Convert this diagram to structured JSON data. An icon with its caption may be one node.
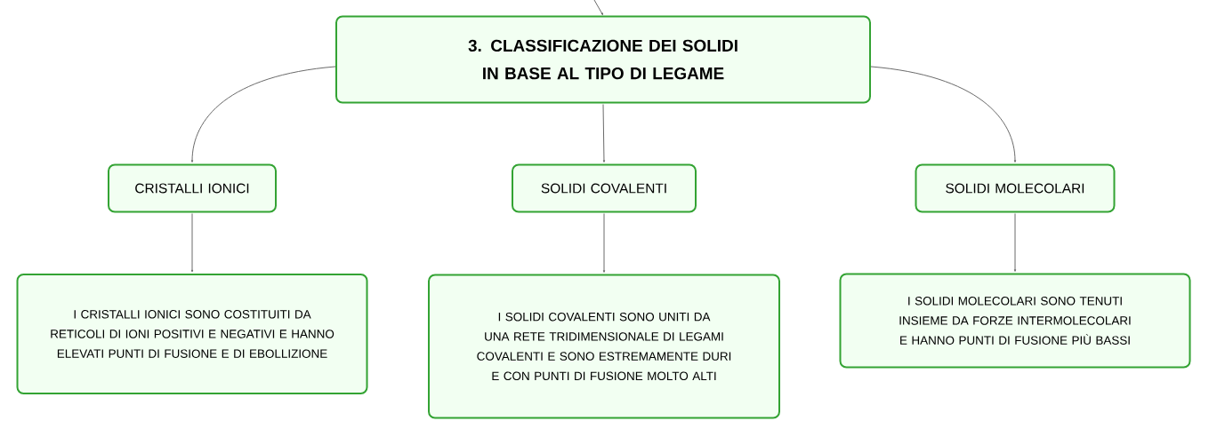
{
  "diagram": {
    "nodes": [
      {
        "text": [
          "3. CLASSIFICAZIONE DEI SOLIDI IN BASE AL TIPO DI LEGAME"
        ]
      },
      {
        "text": [
          "CRISTALLI IONICI"
        ]
      },
      {
        "text": [
          "SOLIDI COVALENTI"
        ]
      },
      {
        "text": [
          "SOLIDI MOLECOLARI"
        ]
      },
      {
        "text": [
          "I CRISTALLI IONICI SONO COSTITUITI DA RETICOLI DI IONI POSITIVI E NEGATIVI E HANNO ELEVATI PUNTI DI FUSIONE E DI EBOLLIZIONE"
        ]
      },
      {
        "text": [
          "I SOLIDI COVALENTI SONO UNITI DA UNA RETE TRIDIMENSIONALE DI LEGAMI COVALENTI E SONO ESTREMAMENTE DURI E CON PUNTI DI FUSIONE MOLTO ALTI"
        ]
      },
      {
        "text": [
          "I SOLIDI MOLECOLARI SONO TENUTI INSIEME DA FORZE INTERMOLECOLARI E HANNO PUNTI DI FUSIONE PIÙ BASSI"
        ]
      }
    ],
    "edges": [
      {
        "from": null,
        "to": 0,
        "arrow": "to"
      },
      {
        "from": 0,
        "to": 1,
        "arrow": "to"
      },
      {
        "from": 0,
        "to": 2,
        "arrow": "to"
      },
      {
        "from": 0,
        "to": 3,
        "arrow": "to"
      },
      {
        "from": 1,
        "to": 4,
        "arrow": "to"
      },
      {
        "from": 2,
        "to": 5,
        "arrow": "to"
      },
      {
        "from": 3,
        "to": 6,
        "arrow": "to"
      }
    ]
  }
}
